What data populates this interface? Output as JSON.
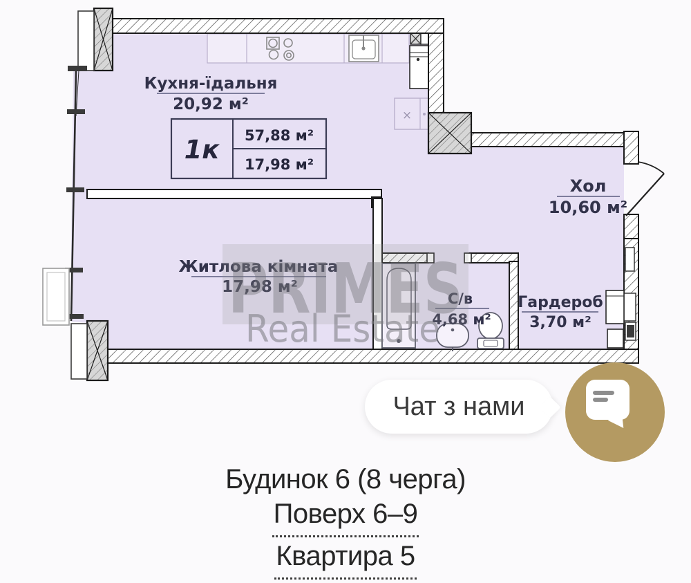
{
  "plan": {
    "rooms": {
      "kitchen": {
        "name": "Кухня-їдальня",
        "area": "20,92 м²"
      },
      "hall": {
        "name": "Хол",
        "area": "10,60 м²"
      },
      "living": {
        "name": "Житлова кімната",
        "area": "17,98 м²"
      },
      "bathroom": {
        "name": "С/в",
        "area": "4,68 м²"
      },
      "wardrobe": {
        "name": "Гардероб",
        "area": "3,70 м²"
      }
    },
    "info_box": {
      "type": "1к",
      "total_area": "57,88 м²",
      "living_area": "17,98 м²"
    },
    "watermark": {
      "brand": "PRIMES",
      "subtitle": "Real Estate"
    },
    "equipment_mark": "×"
  },
  "chat": {
    "label": "Чат з нами",
    "icon": "chat-bubble-icon",
    "accent_color": "#b49a62"
  },
  "footer": {
    "building": "Будинок 6 (8 черга)",
    "floor": "Поверх 6–9",
    "apartment": "Квартира 5"
  },
  "colors": {
    "room_fill": "#e7e0f4",
    "counter_fill": "#f2edf9",
    "wall_stroke": "#1b1b1b",
    "label_text": "#32324a",
    "underline": "#5c5c7e",
    "accent_gold": "#b49a62",
    "watermark_gray": "#9a9a9a"
  }
}
